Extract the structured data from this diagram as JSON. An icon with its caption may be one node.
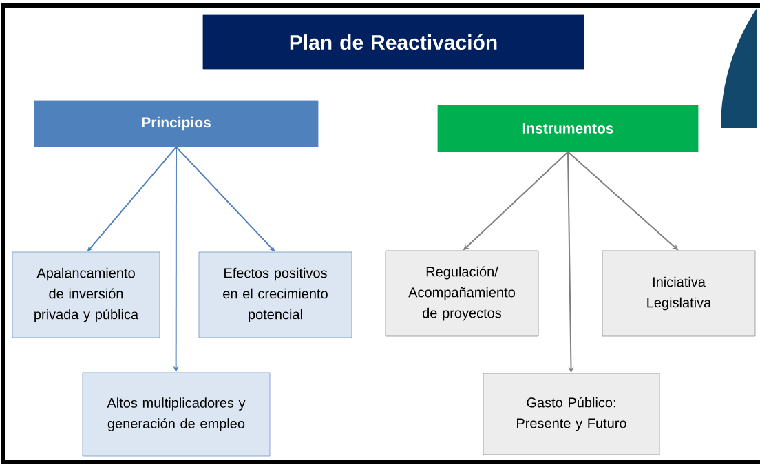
{
  "diagram": {
    "nodes": [
      {
        "text": [
          "Plan de Reactivación"
        ]
      },
      {
        "text": [
          "Principios"
        ]
      },
      {
        "text": [
          "Instrumentos"
        ]
      },
      {
        "text": [
          "Apalancamiento de inversión privada y pública"
        ]
      },
      {
        "text": [
          "Efectos positivos en el crecimiento potencial"
        ]
      },
      {
        "text": [
          "Altos multiplicadores y generación de empleo"
        ]
      },
      {
        "text": [
          "Regulación/ Acompañamiento de proyectos"
        ]
      },
      {
        "text": [
          "Iniciativa Legislativa"
        ]
      },
      {
        "text": [
          "Gasto Público: Presente y Futuro"
        ]
      }
    ],
    "edges": [
      {
        "from": 1,
        "to": 3,
        "arrow": "to",
        "color": "#4f81bd"
      },
      {
        "from": 1,
        "to": 5,
        "arrow": "to",
        "color": "#4f81bd"
      },
      {
        "from": 1,
        "to": 4,
        "arrow": "to",
        "color": "#4f81bd"
      },
      {
        "from": 2,
        "to": 6,
        "arrow": "to",
        "color": "#7f7f7f"
      },
      {
        "from": 2,
        "to": 8,
        "arrow": "to",
        "color": "#7f7f7f"
      },
      {
        "from": 2,
        "to": 7,
        "arrow": "to",
        "color": "#7f7f7f"
      }
    ]
  }
}
